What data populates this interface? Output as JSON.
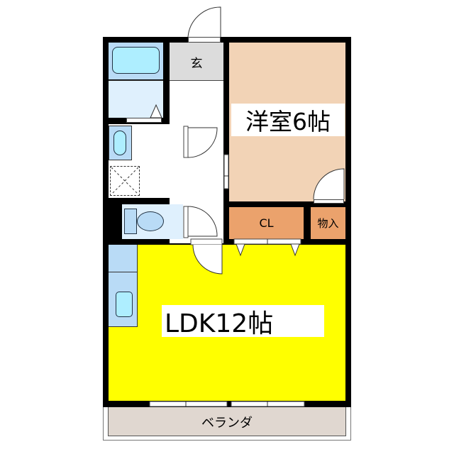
{
  "plan": {
    "title": "Floor plan 1LDK",
    "colors": {
      "wall": "#000000",
      "ldk": "#ffff00",
      "western_room": "#f2d3b6",
      "closet": "#eba26c",
      "storage": "#eba26c",
      "entrance": "#dcdcdc",
      "bath": "#cde6f8",
      "bath_dark": "#b9dbf6",
      "fixture": "#aeeeff",
      "veranda": "#e0d7d0",
      "hall": "#ffffff"
    }
  },
  "rooms": {
    "entrance": {
      "label": "玄"
    },
    "western": {
      "label": "洋室6帖",
      "type": "洋室",
      "size_jo": 6
    },
    "closet": {
      "label": "CL"
    },
    "storage": {
      "label": "物入"
    },
    "ldk": {
      "label": "LDK12帖",
      "type": "LDK",
      "size_jo": 12
    },
    "veranda": {
      "label": "ベランダ"
    },
    "bathroom": {
      "label": ""
    },
    "washroom": {
      "label": ""
    },
    "toilet": {
      "label": ""
    },
    "kitchen": {
      "label": ""
    }
  }
}
